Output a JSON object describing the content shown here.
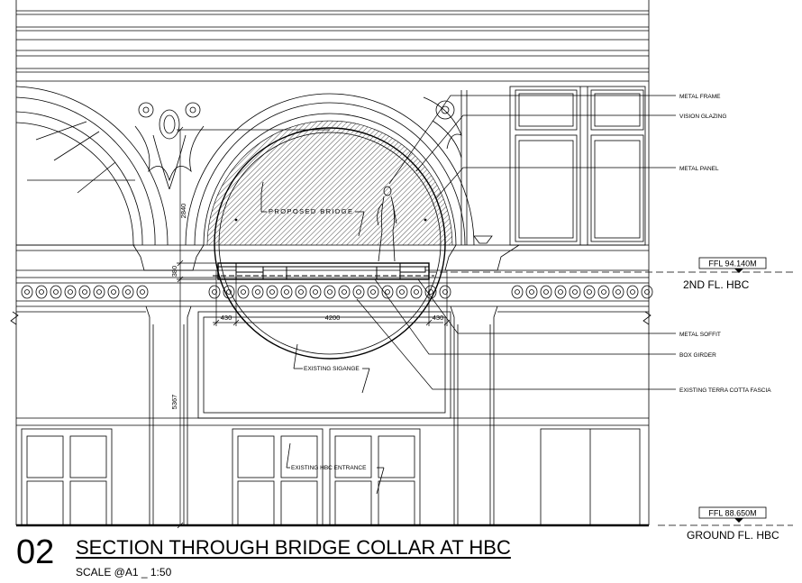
{
  "drawing": {
    "number": "02",
    "title": "SECTION THROUGH BRIDGE COLLAR AT HBC",
    "scale": "SCALE @A1 _ 1:50"
  },
  "callouts": [
    "METAL FRAME",
    "VISION GLAZING",
    "METAL PANEL",
    "METAL SOFFIT",
    "BOX GIRDER",
    "EXISTING TERRA COTTA FASCIA"
  ],
  "levels": {
    "second": {
      "elevation": "FFL  94.140M",
      "name": "2ND FL. HBC"
    },
    "ground": {
      "elevation": "FFL  88.650M",
      "name": "GROUND FL. HBC"
    }
  },
  "dimensions": {
    "arch_height": "2840",
    "collar_depth": "380",
    "full_height": "5367",
    "left_collar": "430",
    "bridge_width": "4200",
    "right_collar": "430"
  },
  "labels": {
    "bridge": "PROPOSED BRIDGE",
    "signage": "EXISTING SIGANGE",
    "entrance": "EXISTING HBC ENTRANCE"
  }
}
